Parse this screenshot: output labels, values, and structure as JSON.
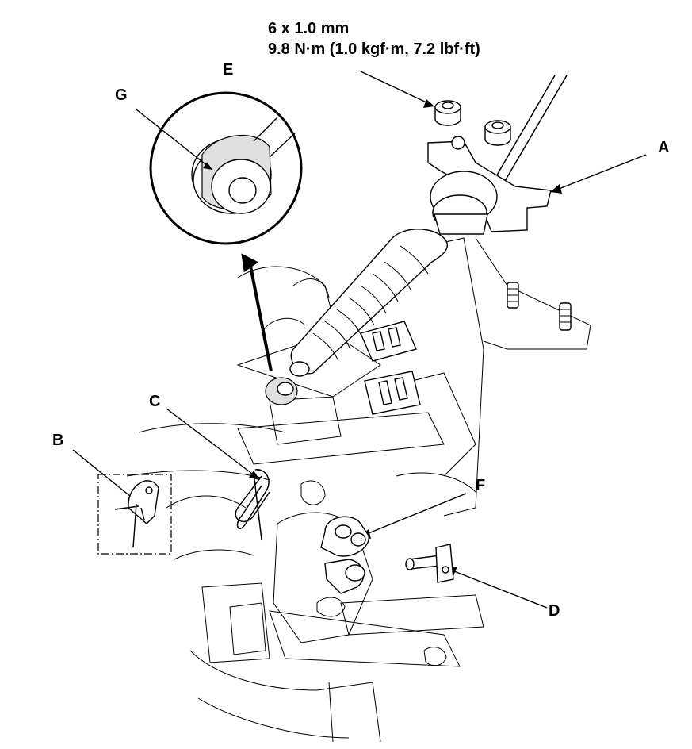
{
  "spec": {
    "line1": "6 x 1.0 mm",
    "line2": "9.8 N·m (1.0 kgf·m, 7.2 lbf·ft)"
  },
  "callouts": {
    "a": "A",
    "b": "B",
    "c": "C",
    "d": "D",
    "e": "E",
    "f": "F",
    "g": "G"
  }
}
